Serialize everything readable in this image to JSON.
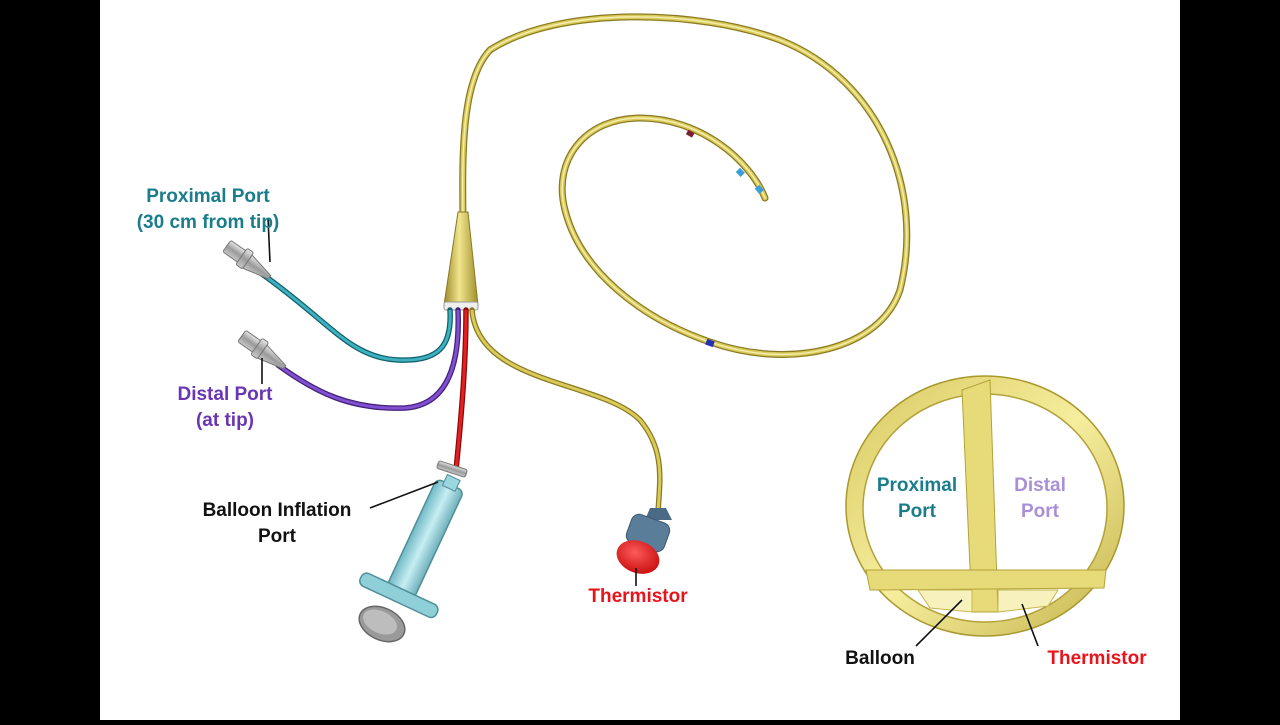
{
  "labels": {
    "proximal_port": [
      "Proximal Port",
      "(30 cm from tip)"
    ],
    "distal_port": [
      "Distal Port",
      "(at tip)"
    ],
    "balloon_inflation_port": [
      "Balloon Inflation",
      "Port"
    ],
    "thermistor": "Thermistor",
    "cross_section": {
      "proximal_port": [
        "Proximal",
        "Port"
      ],
      "distal_port": [
        "Distal",
        "Port"
      ],
      "balloon": "Balloon",
      "thermistor": "Thermistor"
    }
  },
  "colors": {
    "catheter": "#c9b84a",
    "proximal_line": "#1f8e9c",
    "distal_line": "#6a35b4",
    "balloon_line": "#d91a1a",
    "thermistor_cap": "#ea1a1a",
    "thermistor_body": "#5a7d9a",
    "syringe": "#8fcfd8"
  }
}
